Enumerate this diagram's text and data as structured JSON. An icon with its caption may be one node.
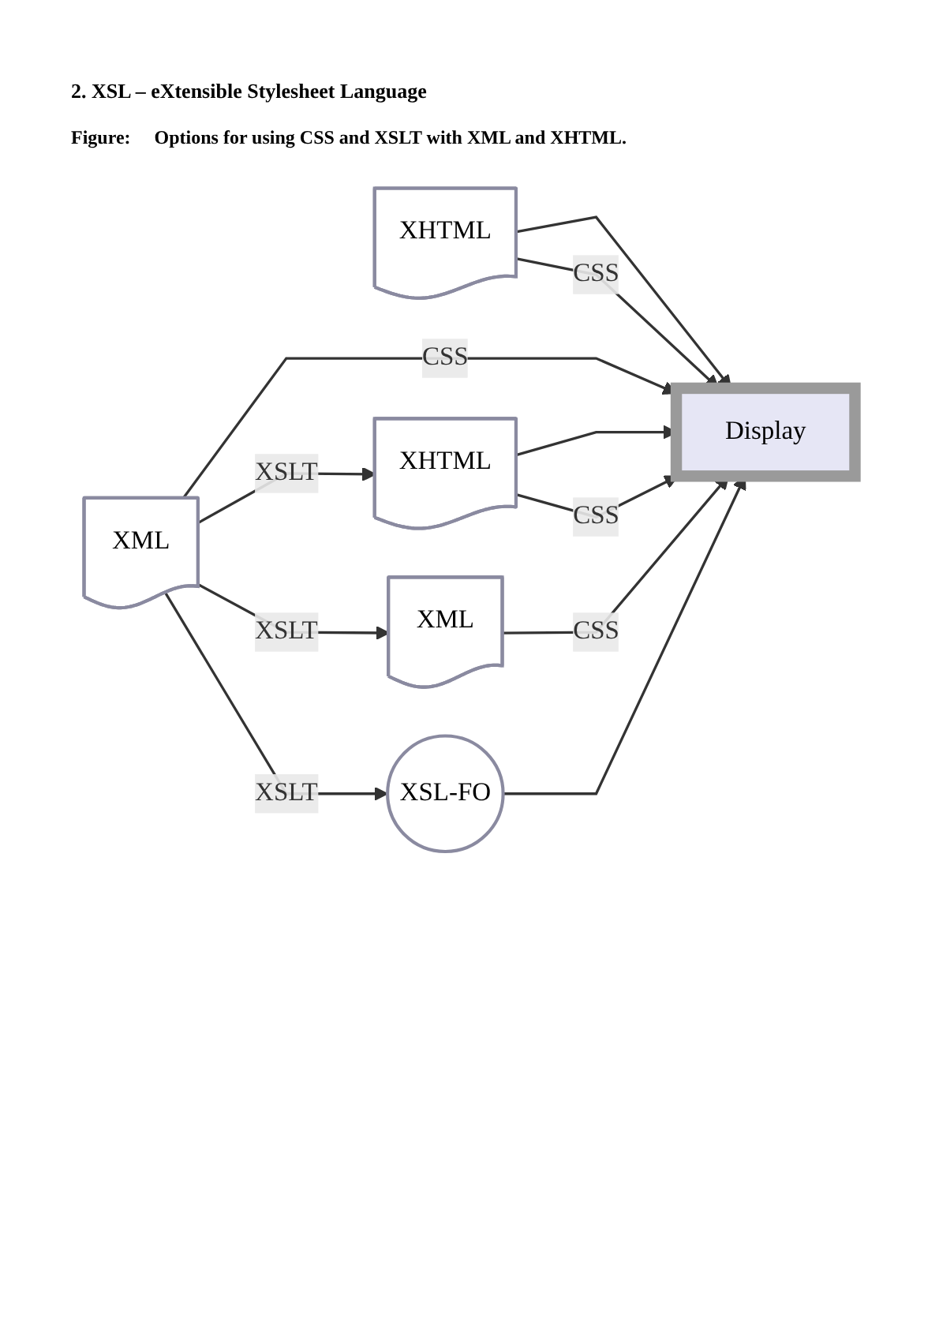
{
  "diagram": {
    "title": "2. XSL – eXtensible Stylesheet Language",
    "caption": "Figure:     Options for using CSS and XSLT with XML and XHTML.",
    "nodes": [
      {
        "text": [
          "XHTML"
        ]
      },
      {
        "text": [
          "Display"
        ]
      },
      {
        "text": [
          "XML"
        ]
      },
      {
        "text": [
          "XHTML"
        ]
      },
      {
        "text": [
          "XML"
        ]
      },
      {
        "text": [
          "XSL-FO"
        ]
      }
    ],
    "edges": [
      {
        "from": 0,
        "to": 1,
        "arrow": "to"
      },
      {
        "from": 0,
        "to": 1,
        "arrow": "to",
        "label": "CSS"
      },
      {
        "from": 2,
        "to": 1,
        "arrow": "to",
        "label": "CSS"
      },
      {
        "from": 2,
        "to": 3,
        "arrow": "to",
        "label": "XSLT"
      },
      {
        "from": 2,
        "to": 4,
        "arrow": "to",
        "label": "XSLT"
      },
      {
        "from": 2,
        "to": 5,
        "arrow": "to",
        "label": "XSLT"
      },
      {
        "from": 3,
        "to": 1,
        "arrow": "to"
      },
      {
        "from": 3,
        "to": 1,
        "arrow": "to",
        "label": "CSS"
      },
      {
        "from": 4,
        "to": 1,
        "arrow": "to",
        "label": "CSS"
      },
      {
        "from": 5,
        "to": 1,
        "arrow": "to"
      }
    ]
  }
}
